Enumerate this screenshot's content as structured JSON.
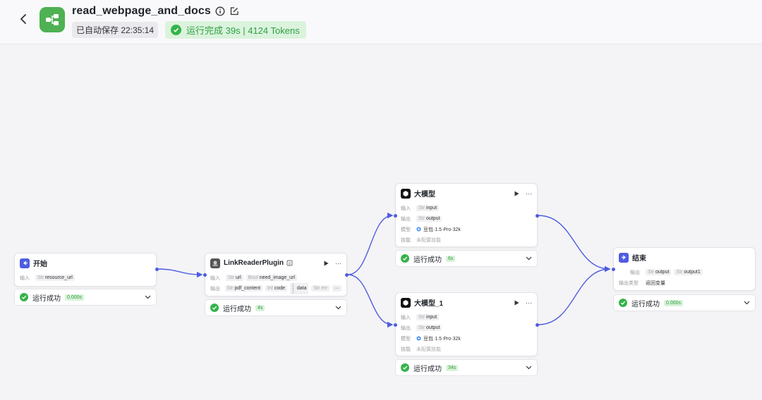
{
  "header": {
    "title": "read_webpage_and_docs",
    "autosave": "已自动保存 22:35:14",
    "run_status": "运行完成 39s | 4124 Tokens"
  },
  "labels": {
    "input": "输入",
    "output": "输出",
    "model": "模型",
    "skill": "技能",
    "output_type": "输出类型",
    "ok": "运行成功"
  },
  "nodes": {
    "start": {
      "title": "开始",
      "input_tag": "resource_url",
      "input_type": "Str",
      "time": "0.000s"
    },
    "link": {
      "title": "LinkReaderPlugin",
      "inputs": [
        "url",
        "need_image_url"
      ],
      "input_types": [
        "Str",
        "Bool"
      ],
      "outputs": [
        "pdf_content",
        "code",
        "data",
        "err"
      ],
      "output_types": [
        "Str",
        "Int",
        "{ }",
        "Str"
      ],
      "more": "···",
      "time": "4s"
    },
    "llm1": {
      "title": "大模型",
      "input": "input",
      "output": "output",
      "type": "Str",
      "model": "豆包·1.5·Pro·32k",
      "skill": "未配置技能",
      "time": "6s"
    },
    "llm2": {
      "title": "大模型_1",
      "input": "input",
      "output": "output",
      "type": "Str",
      "model": "豆包·1.5·Pro·32k",
      "skill": "未配置技能",
      "time": "34s"
    },
    "end": {
      "title": "结束",
      "outputs": [
        "output",
        "output1"
      ],
      "type": "Str",
      "output_type": "返回变量",
      "time": "0.000s"
    }
  },
  "colors": {
    "accent": "#4e5ce0",
    "success": "#35b34a",
    "app_icon": "#4fb153"
  }
}
